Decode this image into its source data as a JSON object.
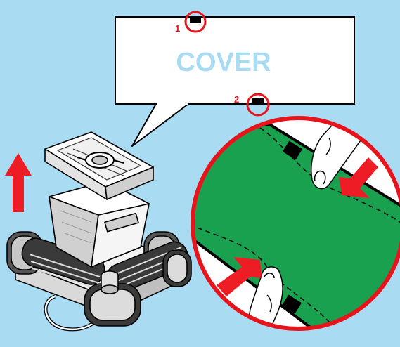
{
  "callout": {
    "title": "COVER",
    "markers": [
      "1",
      "2"
    ]
  },
  "colors": {
    "background": "#a9dbf3",
    "callout_fill": "#ffffff",
    "cover_text": "#a9dbf3",
    "highlight": "#e8141c",
    "filter_green": "#1aa150",
    "arrow": "#ee1c24",
    "outline": "#000000"
  },
  "icons": [
    "up-arrow-icon",
    "push-arrow-icon",
    "finger-icon",
    "clip-tab-icon"
  ]
}
